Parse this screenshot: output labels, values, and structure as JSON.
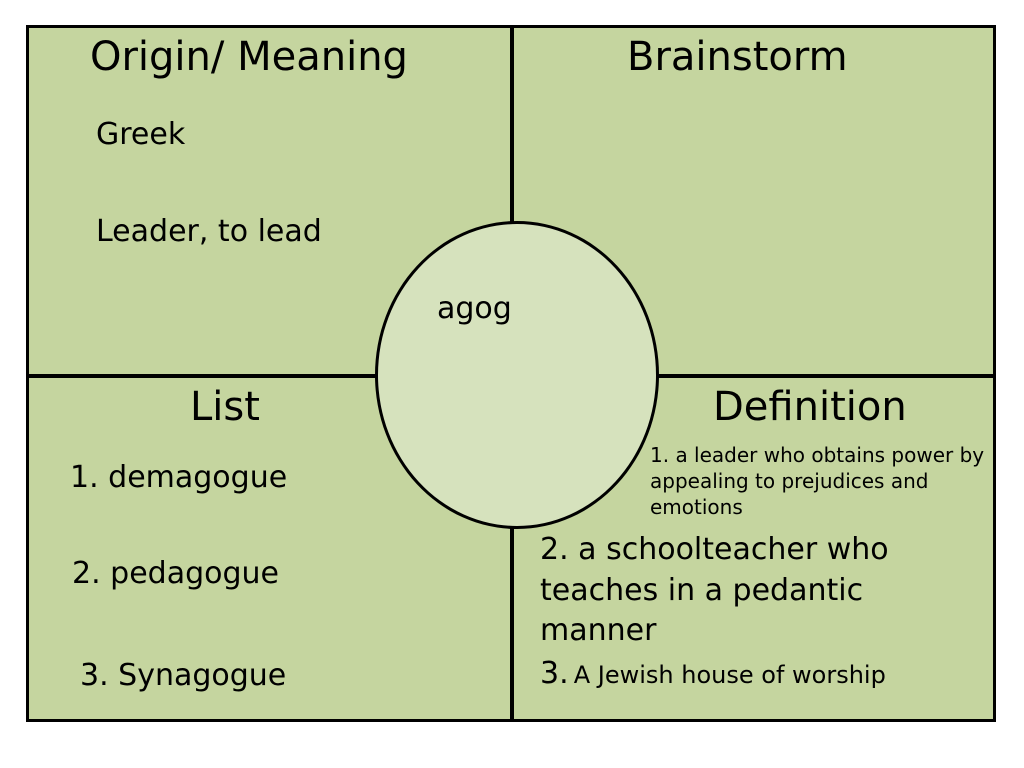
{
  "center_word": "agog",
  "quadrants": {
    "origin": {
      "title": "Origin/ Meaning",
      "language": "Greek",
      "meaning": "Leader, to lead"
    },
    "brainstorm": {
      "title": "Brainstorm"
    },
    "list": {
      "title": "List",
      "items": [
        "1. demagogue",
        "2. pedagogue",
        "3. Synagogue"
      ]
    },
    "definition": {
      "title": "Definition",
      "items": [
        "1. a leader who obtains power by appealing to prejudices and emotions",
        "2. a schoolteacher who teaches in a pedantic manner",
        "A Jewish house of worship"
      ],
      "third_number": "3."
    }
  },
  "colors": {
    "panel": "#c5d59f",
    "center": "#d6e2bd",
    "lines": "#000000"
  }
}
